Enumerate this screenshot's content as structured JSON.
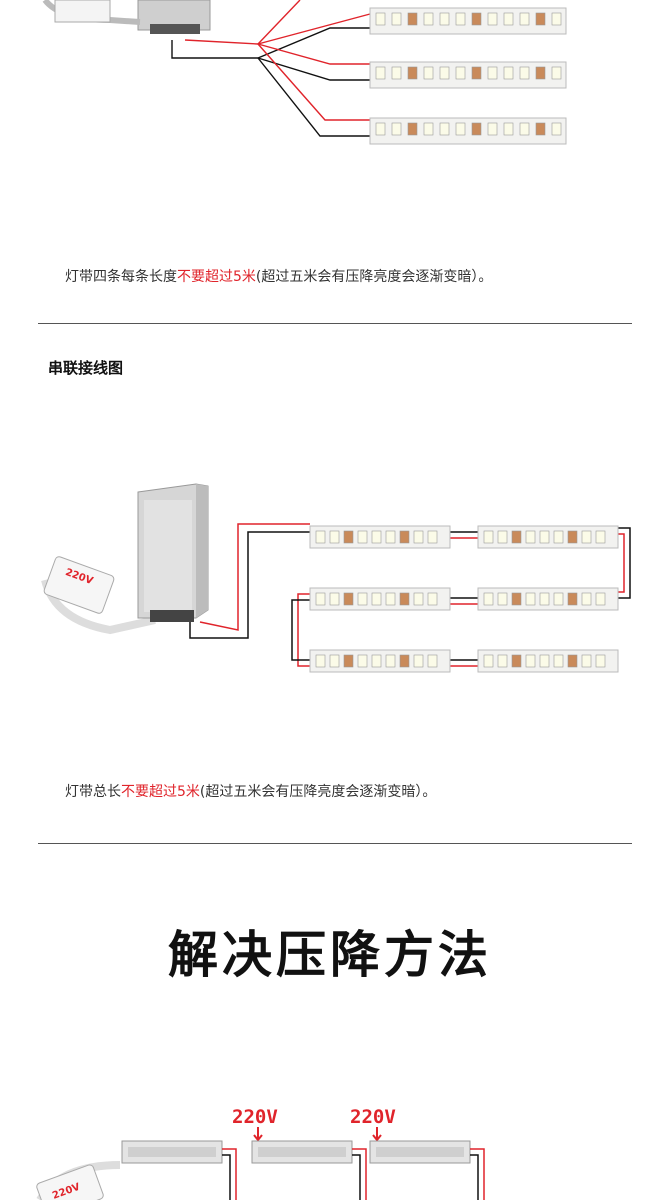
{
  "parallel": {
    "caption_prefix": "灯带四条每条长度",
    "caption_red": "不要超过5米",
    "caption_suffix": "(超过五米会有压降亮度会逐渐变暗）。"
  },
  "series": {
    "title": "串联接线图",
    "plug_label": "220V",
    "caption_prefix": "灯带总长",
    "caption_red": "不要超过5米",
    "caption_suffix": "(超过五米会有压降亮度会逐渐变暗）。"
  },
  "solution": {
    "title": "解决压降方法",
    "plug_label": "220V",
    "voltage_labels": [
      "220V",
      "220V"
    ]
  },
  "colors": {
    "wire_red": "#e0242b",
    "wire_black": "#111111",
    "strip": "#f2f2f0",
    "copper": "#c98a5a"
  }
}
